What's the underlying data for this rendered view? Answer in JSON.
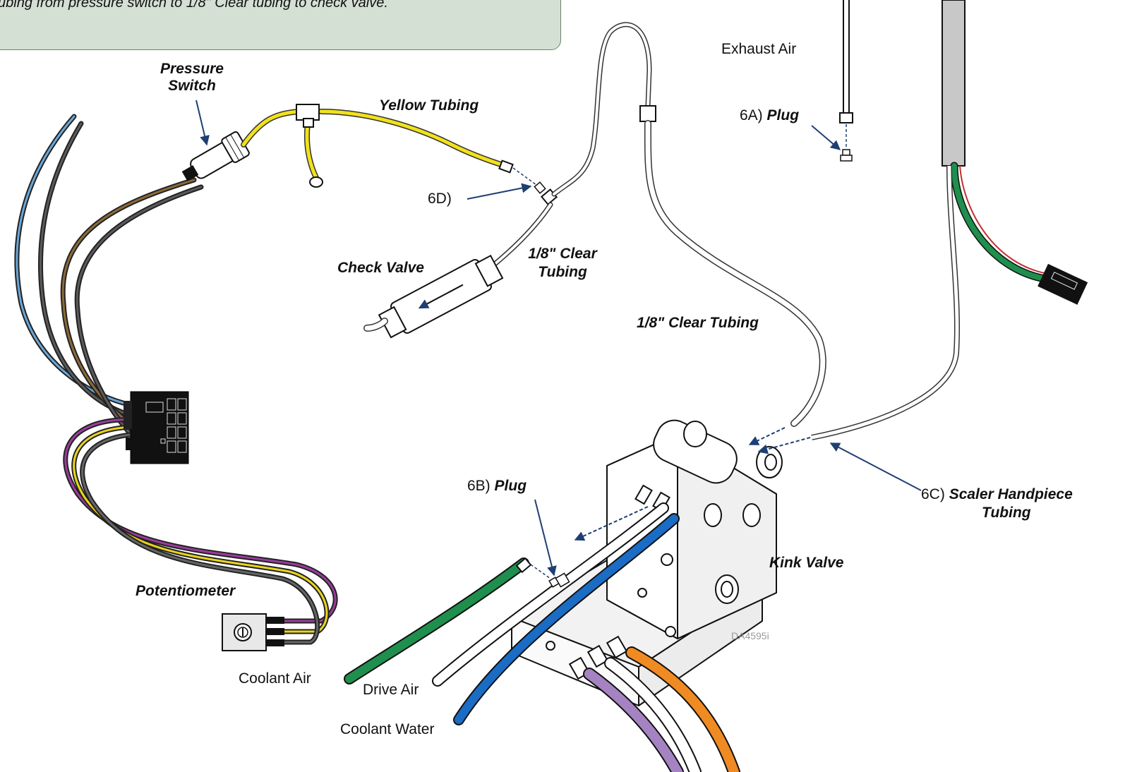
{
  "note": {
    "text": "ubing from pressure switch to 1/8\" Clear tubing to check valve."
  },
  "labels": {
    "pressure_switch": [
      "Pressure",
      "Switch"
    ],
    "yellow_tubing": "Yellow Tubing",
    "exhaust_air": "Exhaust Air",
    "step_6a": {
      "num": "6A)",
      "text": "Plug"
    },
    "step_6d": {
      "num": "6D)"
    },
    "check_valve": "Check Valve",
    "clear_tubing_upper": [
      "1/8\" Clear",
      "Tubing"
    ],
    "clear_tubing_lower": "1/8\" Clear Tubing",
    "step_6b": {
      "num": "6B)",
      "text": "Plug"
    },
    "step_6c": {
      "num": "6C)",
      "text": "Scaler Handpiece",
      "text2": "Tubing"
    },
    "kink_valve": "Kink Valve",
    "potentiometer": "Potentiometer",
    "coolant_air": "Coolant Air",
    "drive_air": "Drive Air",
    "coolant_water": "Coolant Water",
    "drawing_code": "DA4595i"
  },
  "colors": {
    "note_bg": "#d5e0d5",
    "arrow": "#1f3f73",
    "yellow_tube": "#f2e21a",
    "green_tube": "#1f8f4d",
    "blue_tube": "#1a6cc4",
    "orange_tube": "#f08a22",
    "purple_tube": "#a583c2"
  }
}
